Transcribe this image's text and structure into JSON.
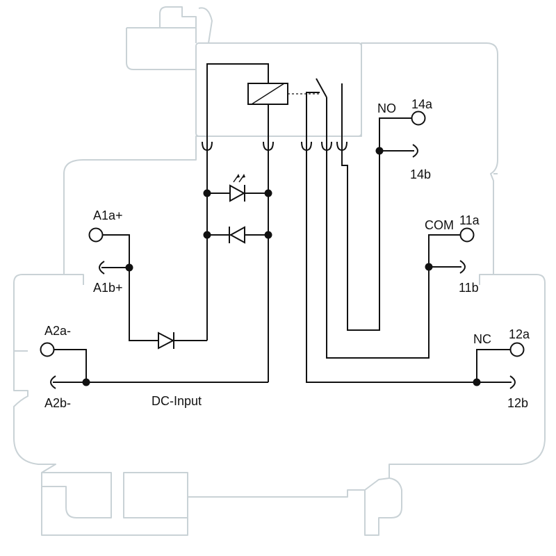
{
  "labels": {
    "A1a": "A1a+",
    "A1b": "A1b+",
    "A2a": "A2a-",
    "A2b": "A2b-",
    "dc_input": "DC-Input",
    "no": "NO",
    "t14a": "14a",
    "t14b": "14b",
    "com": "COM",
    "t11a": "11a",
    "t11b": "11b",
    "nc": "NC",
    "t12a": "12a",
    "t12b": "12b"
  },
  "colors": {
    "wire": "#111111",
    "housing_outline": "#c9d2d6"
  }
}
